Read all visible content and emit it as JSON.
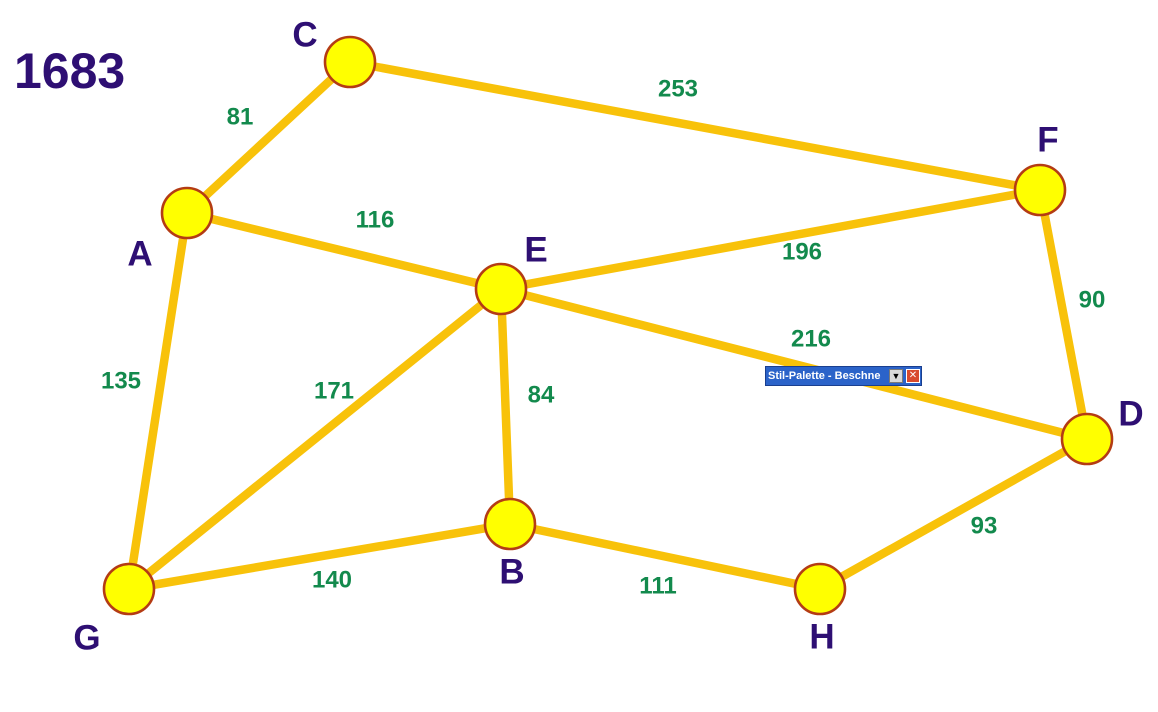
{
  "total_label": "1683",
  "colors": {
    "edge": "#f8c20a",
    "node_fill": "#ffff00",
    "node_stroke": "#b43c14",
    "node_label": "#2e0f73",
    "weight_label": "#138a4d",
    "palette_bar": "#2b63c9"
  },
  "graph": {
    "nodes": [
      {
        "id": "A",
        "label": "A"
      },
      {
        "id": "B",
        "label": "B"
      },
      {
        "id": "C",
        "label": "C"
      },
      {
        "id": "D",
        "label": "D"
      },
      {
        "id": "E",
        "label": "E"
      },
      {
        "id": "F",
        "label": "F"
      },
      {
        "id": "G",
        "label": "G"
      },
      {
        "id": "H",
        "label": "H"
      }
    ],
    "edges": [
      {
        "from": "C",
        "to": "F",
        "weight": "253"
      },
      {
        "from": "A",
        "to": "C",
        "weight": "81"
      },
      {
        "from": "A",
        "to": "E",
        "weight": "116"
      },
      {
        "from": "E",
        "to": "F",
        "weight": "196"
      },
      {
        "from": "F",
        "to": "D",
        "weight": "90"
      },
      {
        "from": "E",
        "to": "D",
        "weight": "216"
      },
      {
        "from": "A",
        "to": "G",
        "weight": "135"
      },
      {
        "from": "E",
        "to": "G",
        "weight": "171"
      },
      {
        "from": "E",
        "to": "B",
        "weight": "84"
      },
      {
        "from": "G",
        "to": "B",
        "weight": "140"
      },
      {
        "from": "B",
        "to": "H",
        "weight": "111"
      },
      {
        "from": "H",
        "to": "D",
        "weight": "93"
      }
    ]
  },
  "palette": {
    "title": "Stil-Palette - Beschne",
    "menu_icon": "dropdown-arrow-icon",
    "close_icon": "close-icon"
  }
}
